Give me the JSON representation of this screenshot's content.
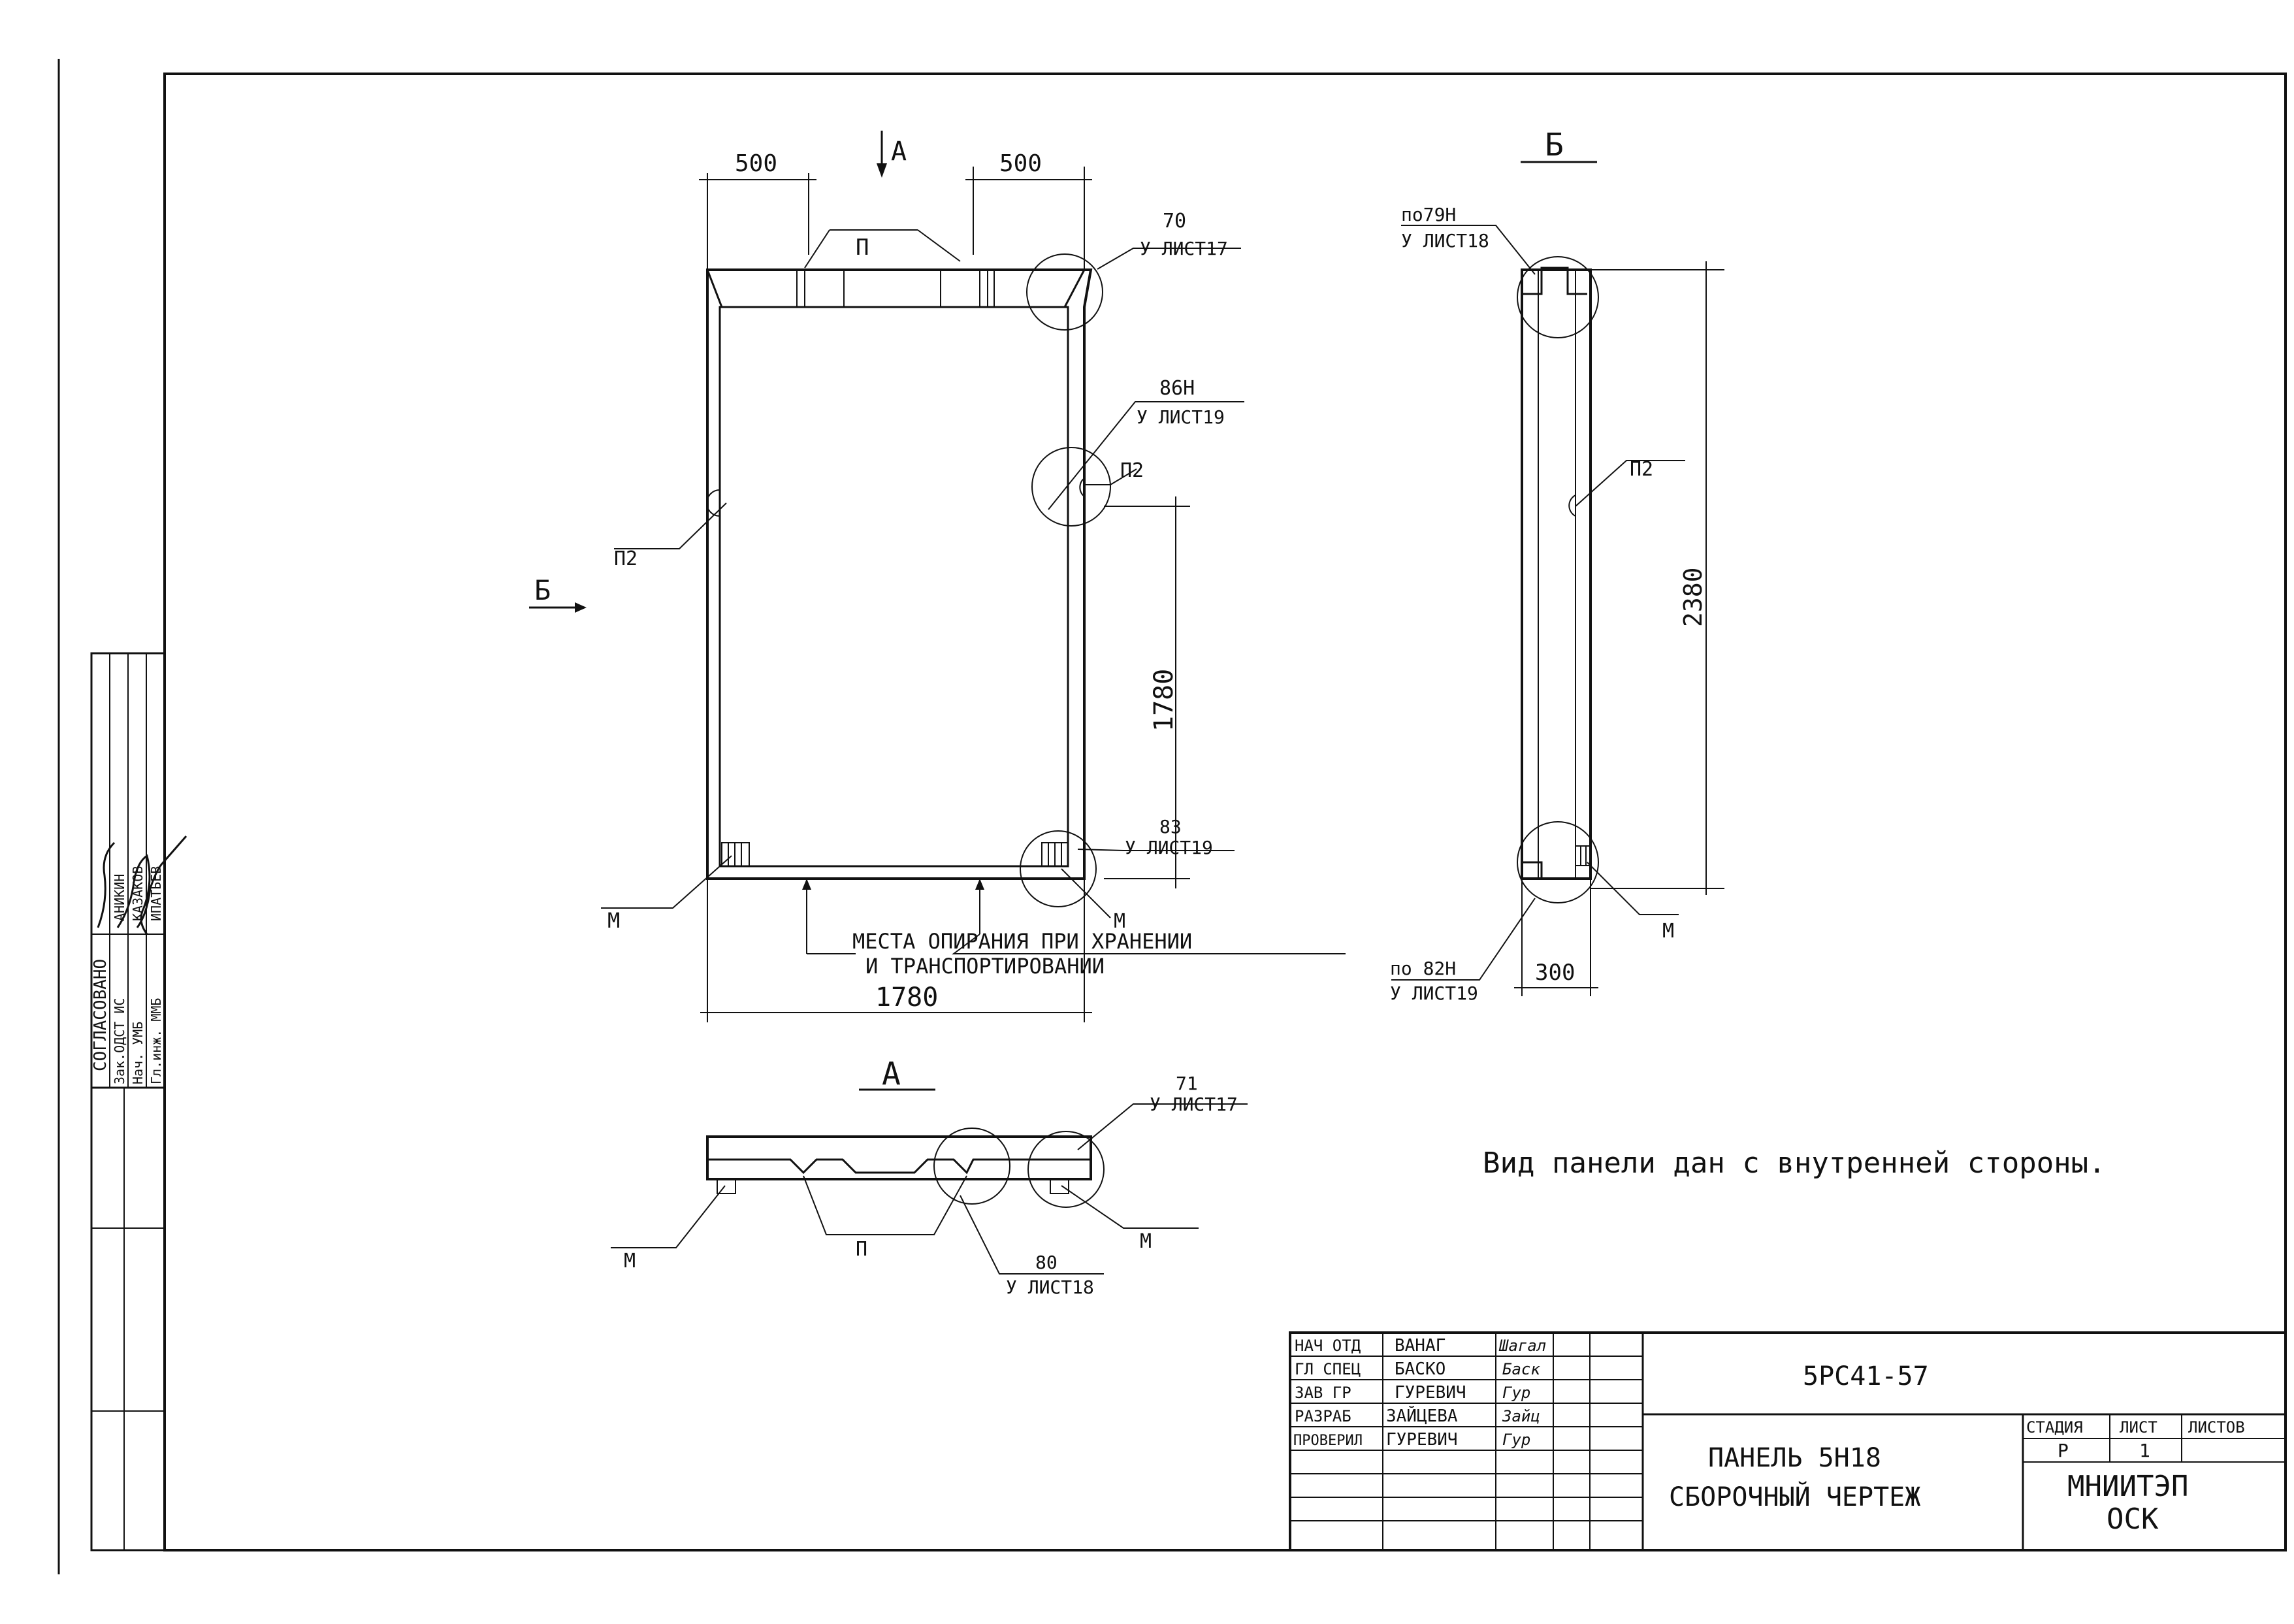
{
  "main_view": {
    "dim_top_left": "500",
    "dim_top_right": "500",
    "view_arrow_a": "А",
    "view_arrow_b": "Б",
    "label_p": "П",
    "callout_70_num": "70",
    "callout_70_sheet": "У ЛИСТ17",
    "callout_86_num": "86Н",
    "callout_86_sheet": "У ЛИСТ19",
    "label_p2_right": "П2",
    "label_p2_left": "П2",
    "dim_vertical": "1780",
    "callout_83_num": "83",
    "callout_83_sheet": "У ЛИСТ19",
    "label_m_left": "М",
    "label_m_right": "М",
    "support_note_line1": "МЕСТА ОПИРАНИЯ ПРИ ХРАНЕНИИ",
    "support_note_line2": "И ТРАНСПОРТИРОВАНИИ",
    "dim_bottom": "1780"
  },
  "view_b": {
    "title": "Б",
    "callout_top_num": "по79Н",
    "callout_top_sheet": "У ЛИСТ18",
    "label_p2": "П2",
    "dim_height": "2380",
    "label_m": "М",
    "callout_bottom_num": "по 82Н",
    "callout_bottom_sheet": "У ЛИСТ19",
    "dim_width": "300"
  },
  "view_a": {
    "title": "А",
    "callout_top_num": "71",
    "callout_top_sheet": "У ЛИСТ17",
    "label_m_left": "М",
    "label_m_right": "М",
    "label_p": "П",
    "callout_bottom_num": "80",
    "callout_bottom_sheet": "У ЛИСТ18"
  },
  "note": "Вид панели дан с внутренней стороны.",
  "approval_block": {
    "header": "СОГЛАСОВАНО",
    "rows": [
      {
        "role": "Зак.ОДСТ ИС",
        "name": "АНИКИН"
      },
      {
        "role": "Нач. УМБ",
        "name": "КАЗАКОВ"
      },
      {
        "role": "Гл.инж. ММБ",
        "name": "ИПАТЬЕВ"
      }
    ]
  },
  "title_block": {
    "signers": [
      {
        "role": "НАЧ ОТД",
        "name": "ВАНАГ",
        "sign": "Шагал"
      },
      {
        "role": "ГЛ СПЕЦ",
        "name": "БАСКО",
        "sign": "Баск"
      },
      {
        "role": "ЗАВ ГР",
        "name": "ГУРЕВИЧ",
        "sign": "Гур"
      },
      {
        "role": "РАЗРАБ",
        "name": "ЗАЙЦЕВА",
        "sign": "Зайц"
      },
      {
        "role": "ПРОВЕРИЛ",
        "name": "ГУРЕВИЧ",
        "sign": "Гур"
      }
    ],
    "code": "5РС41-57",
    "name_line1": "ПАНЕЛЬ 5Н18",
    "name_line2": "СБОРОЧНЫЙ ЧЕРТЕЖ",
    "stage_label": "СТАДИЯ",
    "sheet_label": "ЛИСТ",
    "sheets_label": "ЛИСТОВ",
    "stage_value": "Р",
    "sheet_value": "1",
    "sheets_value": "",
    "org_line1": "МНИИТЭП",
    "org_line2": "ОСК"
  }
}
